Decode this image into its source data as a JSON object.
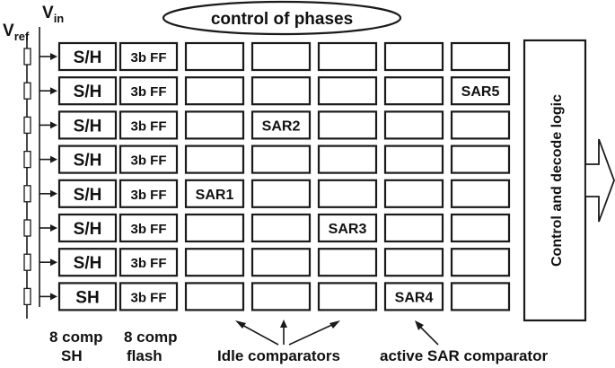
{
  "header": {
    "vref_main": "V",
    "vref_sub": "ref",
    "vin_main": "V",
    "vin_sub": "in",
    "control_phases": "control of phases"
  },
  "rows": [
    {
      "sh": "S/H",
      "flash": "3b FF",
      "sar_col": null,
      "sar": ""
    },
    {
      "sh": "S/H",
      "flash": "3b FF",
      "sar_col": 4,
      "sar": "SAR5"
    },
    {
      "sh": "S/H",
      "flash": "3b FF",
      "sar_col": 1,
      "sar": "SAR2"
    },
    {
      "sh": "S/H",
      "flash": "3b FF",
      "sar_col": null,
      "sar": ""
    },
    {
      "sh": "S/H",
      "flash": "3b FF",
      "sar_col": 0,
      "sar": "SAR1"
    },
    {
      "sh": "S/H",
      "flash": "3b FF",
      "sar_col": 2,
      "sar": "SAR3"
    },
    {
      "sh": "S/H",
      "flash": "3b FF",
      "sar_col": null,
      "sar": ""
    },
    {
      "sh": "SH",
      "flash": "3b FF",
      "sar_col": 3,
      "sar": "SAR4"
    }
  ],
  "control_logic": "Control  and decode logic",
  "bottom": {
    "comp_sh_line1": "8 comp",
    "comp_sh_line2": "SH",
    "comp_flash_line1": "8 comp",
    "comp_flash_line2": "flash",
    "idle": "Idle comparators",
    "active": "active SAR comparator"
  }
}
